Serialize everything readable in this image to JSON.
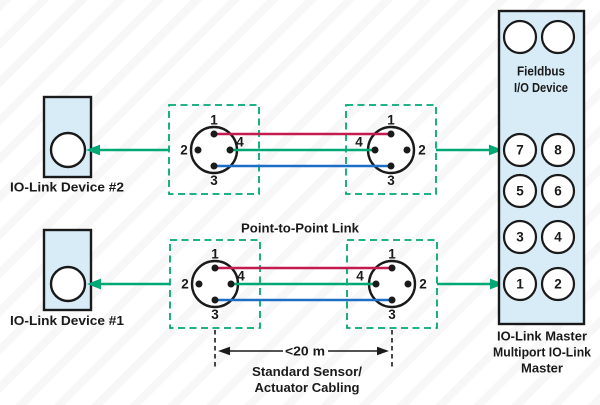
{
  "devices": {
    "device2_label": "IO-Link Device #2",
    "device1_label": "IO-Link Device #1"
  },
  "link": {
    "title": "Point-to-Point Link",
    "distance": "<20 m",
    "cabling_line1": "Standard Sensor/",
    "cabling_line2": "Actuator Cabling"
  },
  "pins": {
    "p1": "1",
    "p2": "2",
    "p3": "3",
    "p4": "4"
  },
  "master": {
    "fieldbus_line1": "Fieldbus",
    "fieldbus_line2": "I/O Device",
    "label_line1": "IO-Link Master",
    "label_line2": "Multiport IO-Link",
    "label_line3": "Master",
    "ports": {
      "p1": "1",
      "p2": "2",
      "p3": "3",
      "p4": "4",
      "p5": "5",
      "p6": "6",
      "p7": "7",
      "p8": "8"
    }
  },
  "colors": {
    "green": "#00A875",
    "red": "#C31A4F",
    "blue": "#1C6FC4",
    "panel_fill": "#D8ECF8",
    "ink": "#1A1A1A"
  }
}
